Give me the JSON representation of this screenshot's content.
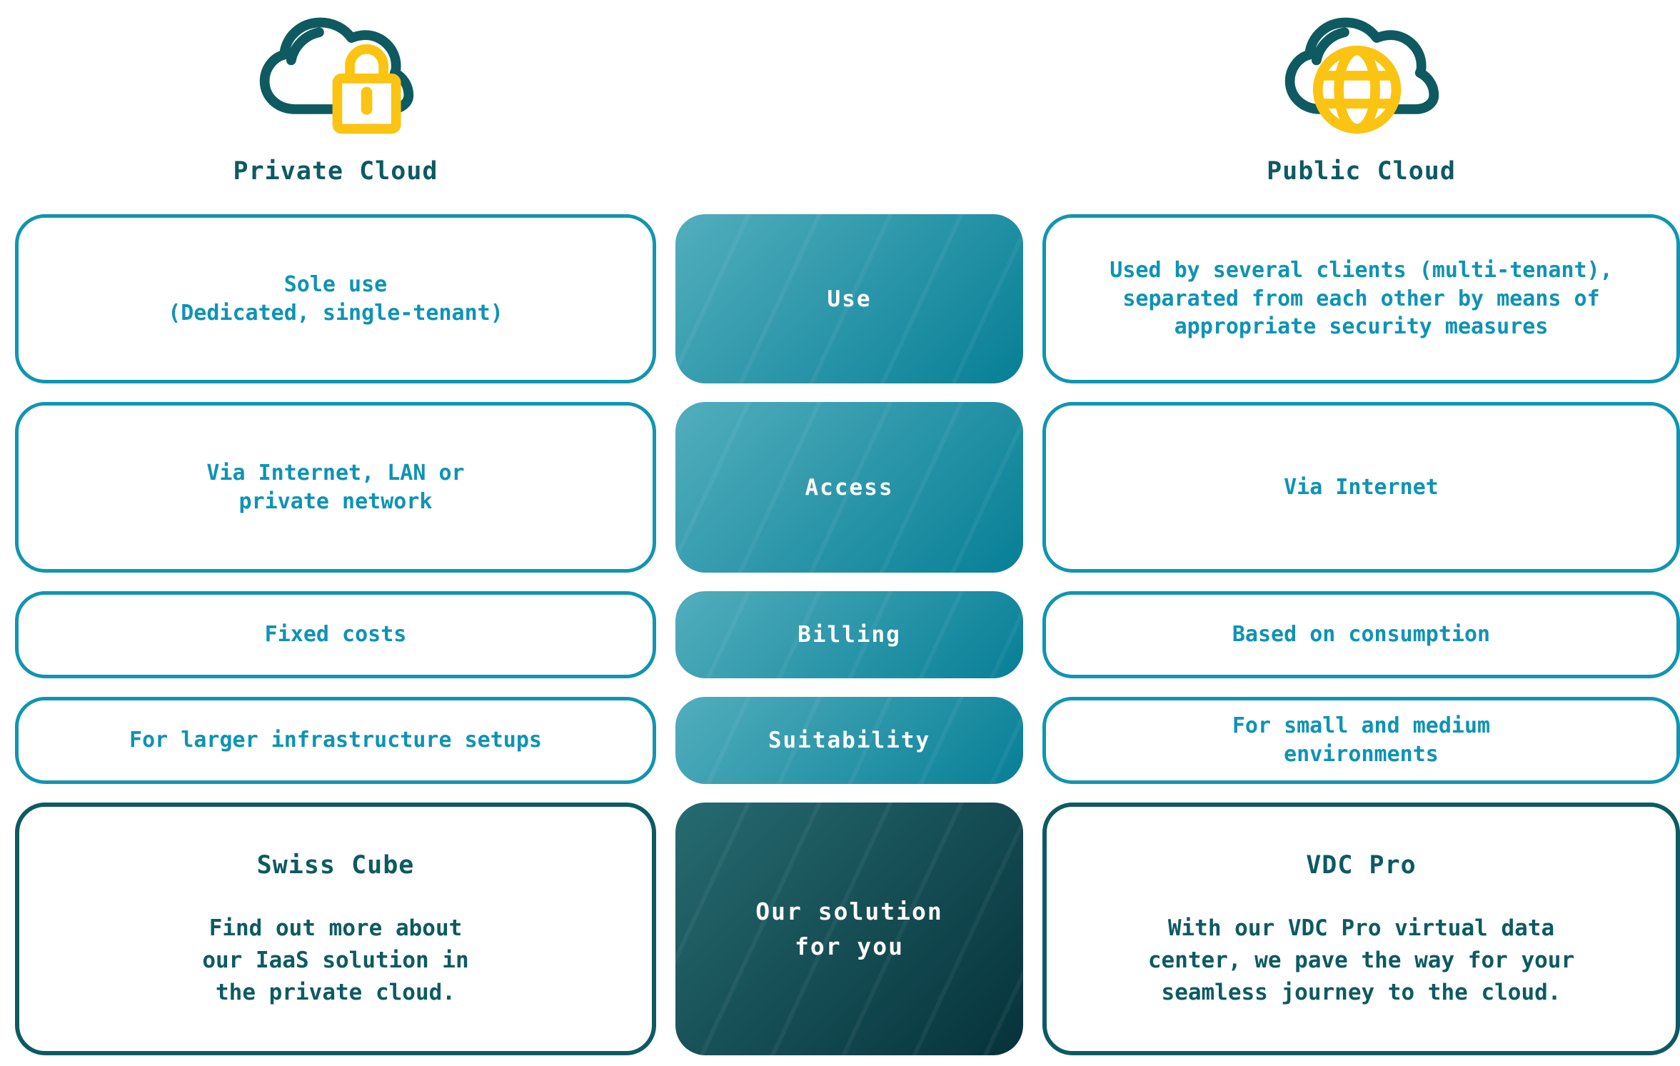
{
  "colors": {
    "page_background": "#ffffff",
    "teal_text": "#0e93b5",
    "teal_border": "#1095b2",
    "dark_teal": "#0d5a62",
    "icon_cloud": "#0e5a60",
    "icon_yellow": "#fbc412",
    "center_gradient_start": "#52aebd",
    "center_gradient_end": "#077f96",
    "solution_gradient_start": "#266b70",
    "solution_gradient_end": "#06323a"
  },
  "header": {
    "private": {
      "label": "Private Cloud",
      "icon": "cloud-lock-icon"
    },
    "public": {
      "label": "Public Cloud",
      "icon": "cloud-globe-icon"
    }
  },
  "rows": [
    {
      "category": "Use",
      "private": "Sole use\n(Dedicated, single-tenant)",
      "public": "Used by several clients (multi-tenant),\nseparated from each other by means of\nappropriate security measures"
    },
    {
      "category": "Access",
      "private": "Via Internet, LAN or\nprivate network",
      "public": "Via Internet"
    },
    {
      "category": "Billing",
      "private": "Fixed costs",
      "public": "Based on consumption"
    },
    {
      "category": "Suitability",
      "private": "For larger infrastructure setups",
      "public": "For small and medium\nenvironments"
    }
  ],
  "solution": {
    "category": "Our solution\nfor you",
    "private": {
      "title": "Swiss Cube",
      "body": "Find out more about\nour IaaS solution in\nthe private cloud."
    },
    "public": {
      "title": "VDC Pro",
      "body": "With our VDC Pro virtual data\ncenter, we pave the way for your\nseamless journey to the cloud."
    }
  }
}
